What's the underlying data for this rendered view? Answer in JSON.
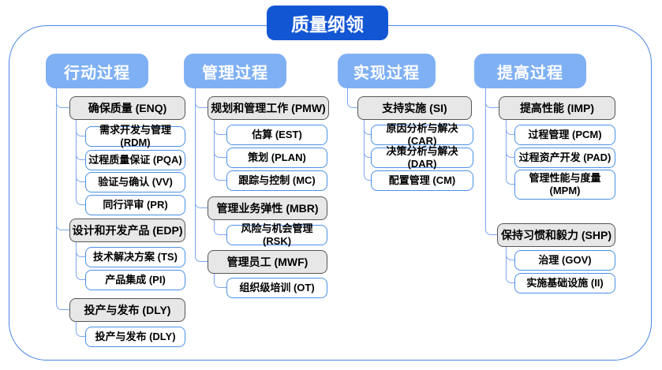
{
  "title": "质量纲领",
  "colors": {
    "title_bg": "#1256d4",
    "header_bg": "#7fb0f4",
    "connector": "#7ba7ef",
    "leaf_border": "#4b90e8",
    "group_fill": "#e7e7e7",
    "group_border": "#565656",
    "frame_border": "#4a86e8"
  },
  "columns": [
    {
      "label": "行动过程",
      "groups": [
        {
          "label": "确保质量 (ENQ)",
          "children": [
            "需求开发与管理 (RDM)",
            "过程质量保证 (PQA)",
            "验证与确认 (VV)",
            "同行评审 (PR)"
          ]
        },
        {
          "label": "设计和开发产品 (EDP)",
          "children": [
            "技术解决方案 (TS)",
            "产品集成 (PI)"
          ]
        },
        {
          "label": "投产与发布 (DLY)",
          "children": [
            "投产与发布 (DLY)"
          ]
        }
      ]
    },
    {
      "label": "管理过程",
      "groups": [
        {
          "label": "规划和管理工作 (PMW)",
          "children": [
            "估算 (EST)",
            "策划 (PLAN)",
            "跟踪与控制 (MC)"
          ]
        },
        {
          "label": "管理业务弹性 (MBR)",
          "children": [
            "风险与机会管理 (RSK)"
          ]
        },
        {
          "label": "管理员工 (MWF)",
          "children": [
            "组织级培训 (OT)"
          ]
        }
      ]
    },
    {
      "label": "实现过程",
      "groups": [
        {
          "label": "支持实施 (SI)",
          "children": [
            "原因分析与解决 (CAR)",
            "决策分析与解决 (DAR)",
            "配置管理 (CM)"
          ]
        }
      ]
    },
    {
      "label": "提高过程",
      "groups": [
        {
          "label": "提高性能 (IMP)",
          "children": [
            "过程管理 (PCM)",
            "过程资产开发 (PAD)",
            "管理性能与度量 (MPM)"
          ]
        },
        {
          "label": "保持习惯和毅力 (SHP)",
          "children": [
            "治理 (GOV)",
            "实施基础设施 (II)"
          ]
        }
      ]
    }
  ]
}
